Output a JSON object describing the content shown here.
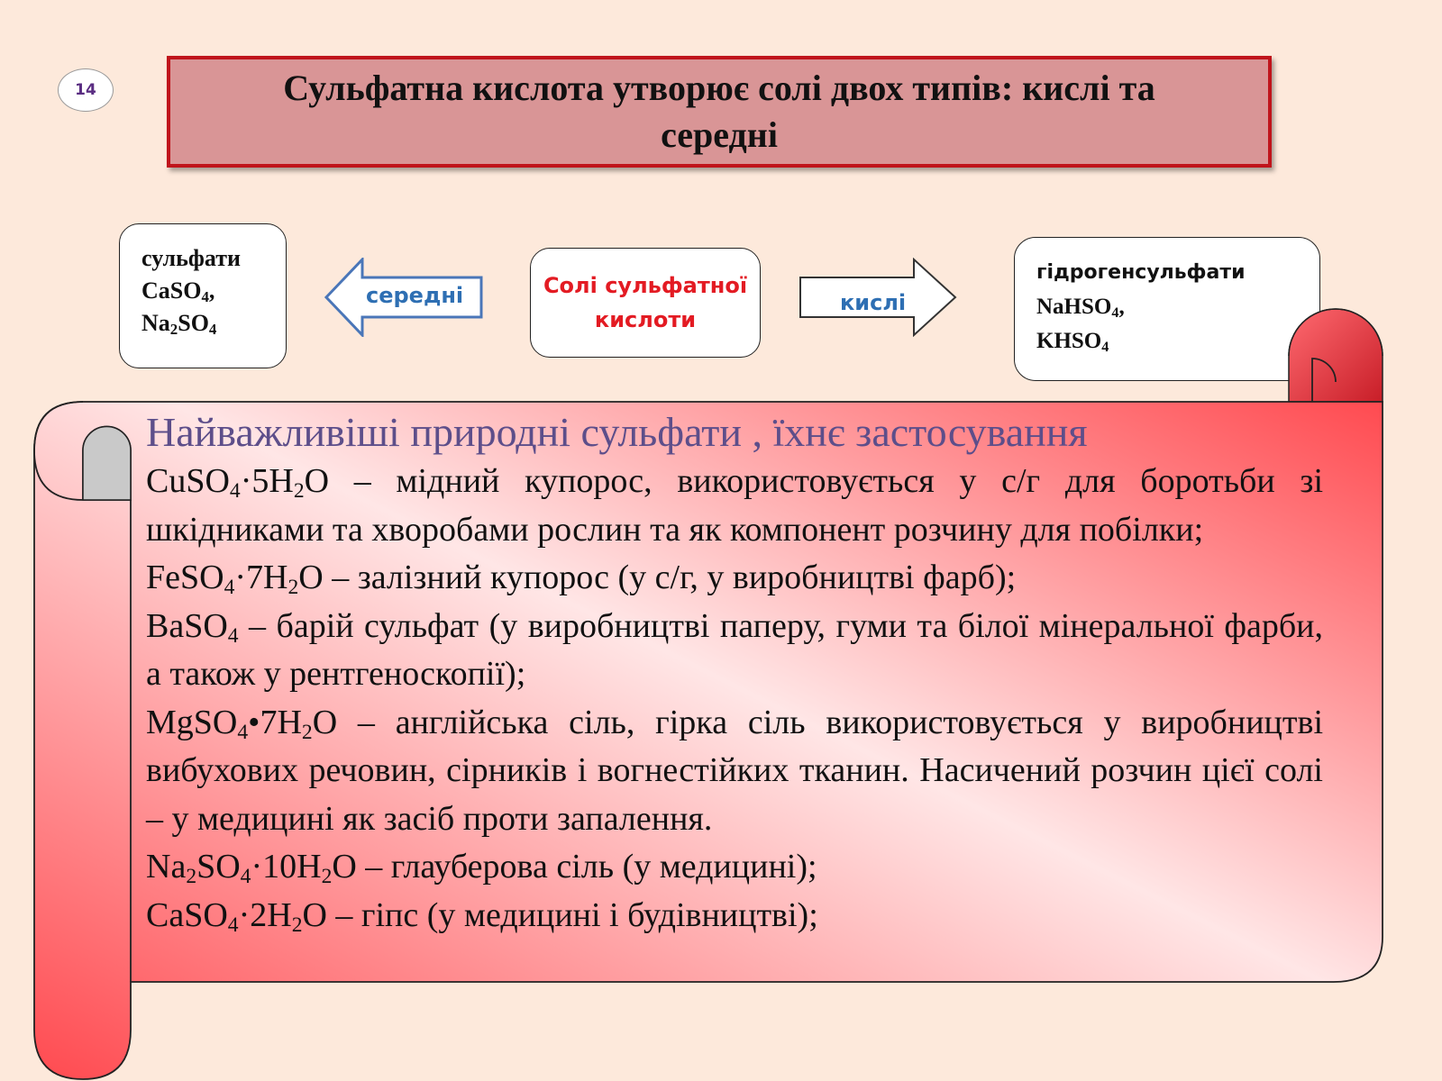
{
  "slide_number": "14",
  "title": "Сульфатна кислота утворює солі двох типів: кислі та середні",
  "diagram": {
    "left_box": {
      "name": "сульфати",
      "f1_a": "CaSO",
      "f1_b": "4",
      "f1_c": ",",
      "f2_a": "Na",
      "f2_b": "2",
      "f2_c": "SO",
      "f2_d": "4"
    },
    "left_arrow_label": "середні",
    "center_box": {
      "line1": "Солі сульфатної",
      "line2": "кислоти"
    },
    "right_arrow_label": "кислі",
    "right_box": {
      "name": "гідрогенсульфати",
      "f1_a": "NaHSO",
      "f1_b": "4",
      "f1_c": ",",
      "f2_a": "KHSO",
      "f2_b": "4"
    }
  },
  "scroll": {
    "heading": "Найважливіші природні сульфати , їхнє застосування",
    "items": [
      {
        "parts": [
          "CuSO",
          "4",
          "·5H",
          "2",
          "O – мідний купорос, використовується у с/г для боротьби зі шкідниками та хворобами рослин та як компонент розчину для побілки;"
        ]
      },
      {
        "parts": [
          "FeSO",
          "4",
          "·7H",
          "2",
          "O – залізний купорос (у с/г, у виробництві фарб);"
        ]
      },
      {
        "parts": [
          "BaSO",
          "4",
          " – барій сульфат (у виробництві паперу, гуми та білої мінеральної фарби, а також у рентгеноскопії);"
        ]
      },
      {
        "parts": [
          "MgSO",
          "4",
          "•7H",
          "2",
          "O – англійська сіль, гірка сіль використовується у виробництві вибухових речовин, сірників і вогнестійких тканин. Насичений розчин цієї солі –  у медицині як засіб проти запалення."
        ]
      },
      {
        "parts": [
          "Na",
          "2",
          "SO",
          "4",
          "·10H",
          "2",
          "O – глауберова сіль (у медицині);"
        ]
      },
      {
        "parts": [
          "CaSO",
          "4",
          "·2H",
          "2",
          "O – гіпс (у медицині і будівництві);"
        ]
      }
    ]
  },
  "colors": {
    "background": "#fde9db",
    "title_fill": "#d99596",
    "title_border": "#c0141b",
    "scroll_red": "#ff5a5f",
    "accent_blue": "#2e6fb3"
  }
}
